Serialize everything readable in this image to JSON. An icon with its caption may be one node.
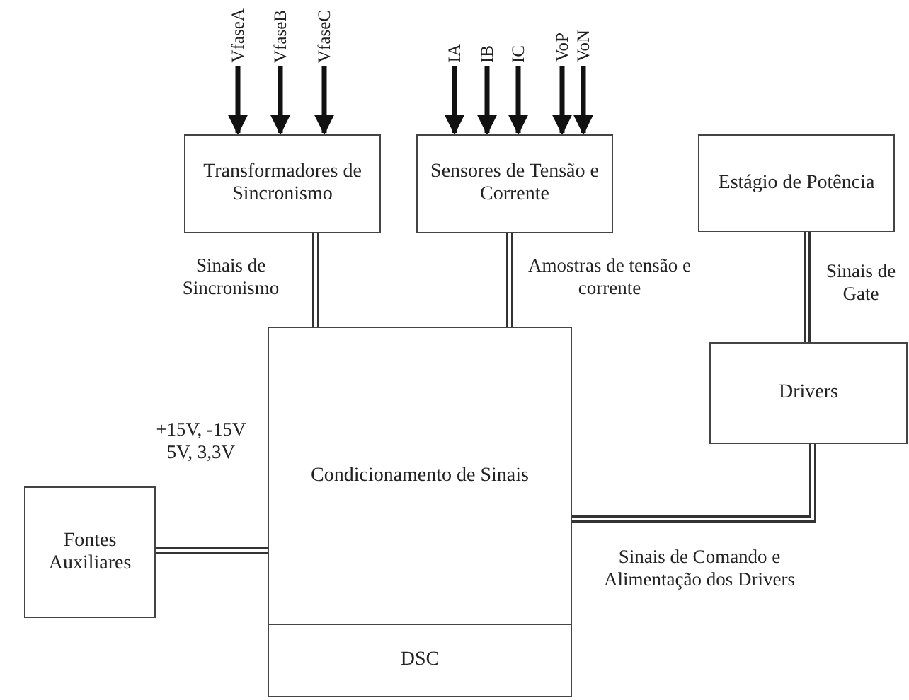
{
  "diagram": {
    "nodes": [
      {
        "text": [
          "VfaseA"
        ]
      },
      {
        "text": [
          "VfaseB"
        ]
      },
      {
        "text": [
          "VfaseC"
        ]
      },
      {
        "text": [
          "IA"
        ]
      },
      {
        "text": [
          "IB"
        ]
      },
      {
        "text": [
          "IC"
        ]
      },
      {
        "text": [
          "VoP"
        ]
      },
      {
        "text": [
          "VoN"
        ]
      },
      {
        "text": [
          "Transformadores de Sincronismo"
        ]
      },
      {
        "text": [
          "Sensores de Tensão e Corrente"
        ]
      },
      {
        "text": [
          "Estágio de Potência"
        ]
      },
      {
        "text": [
          "Condicionamento de Sinais",
          "DSC"
        ]
      },
      {
        "text": [
          "Drivers"
        ]
      },
      {
        "text": [
          "Fontes Auxiliares"
        ]
      }
    ],
    "edges": [
      {
        "from": 0,
        "to": 8,
        "arrow": "to"
      },
      {
        "from": 1,
        "to": 8,
        "arrow": "to"
      },
      {
        "from": 2,
        "to": 8,
        "arrow": "to"
      },
      {
        "from": 3,
        "to": 9,
        "arrow": "to"
      },
      {
        "from": 4,
        "to": 9,
        "arrow": "to"
      },
      {
        "from": 5,
        "to": 9,
        "arrow": "to"
      },
      {
        "from": 6,
        "to": 9,
        "arrow": "to"
      },
      {
        "from": 7,
        "to": 9,
        "arrow": "to"
      },
      {
        "from": 8,
        "to": 11,
        "arrow": "none",
        "label": "Sinais de Sincronismo"
      },
      {
        "from": 9,
        "to": 11,
        "arrow": "none",
        "label": "Amostras de tensão e corrente"
      },
      {
        "from": 10,
        "to": 12,
        "arrow": "none",
        "label": "Sinais de Gate"
      },
      {
        "from": 12,
        "to": 11,
        "arrow": "none",
        "label": "Sinais de Comando e Alimentação dos Drivers"
      },
      {
        "from": 13,
        "to": 11,
        "arrow": "none",
        "label": "+15V, -15V 5V, 3,3V"
      }
    ]
  }
}
